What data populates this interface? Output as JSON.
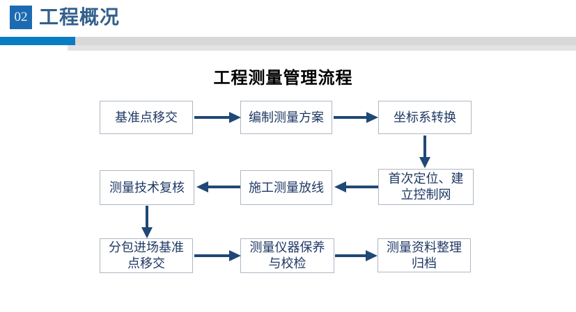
{
  "header": {
    "section_number": "02",
    "section_title": "工程概况"
  },
  "slide": {
    "title": "工程测量管理流程"
  },
  "flowchart": {
    "boxes": [
      {
        "label": "基准点移交"
      },
      {
        "label": "编制测量方案"
      },
      {
        "label": "坐标系转换"
      },
      {
        "label": "测量技术复核"
      },
      {
        "label": "施工测量放线"
      },
      {
        "label": "首次定位、建\n立控制网"
      },
      {
        "label": "分包进场基准\n点移交"
      },
      {
        "label": "测量仪器保养\n与校检"
      },
      {
        "label": "测量资料整理\n归档"
      }
    ]
  },
  "colors": {
    "accent_blue": "#0a7cc3",
    "badge_blue": "#1c6bb2",
    "header_text": "#33608c",
    "bar_gray": "#d8d8d8",
    "arrow": "#1f4876",
    "box_border": "#aeb7c4",
    "box_text": "#1f3864"
  }
}
